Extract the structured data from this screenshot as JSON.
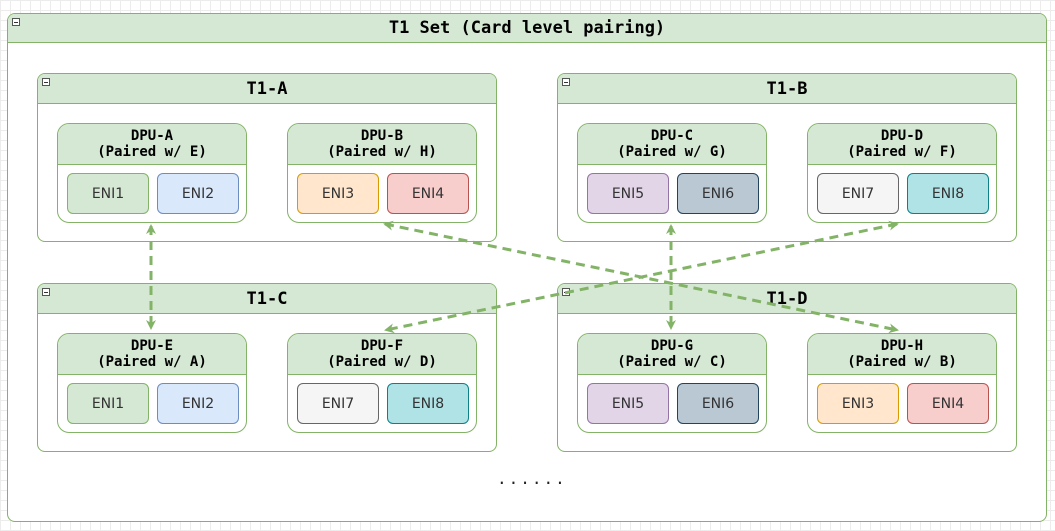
{
  "title": "T1 Set (Card level pairing)",
  "ellipsis": "......",
  "colors": {
    "green_fill": "#d5e8d4",
    "green_stroke": "#82b366",
    "blue_fill": "#dae8fc",
    "blue_stroke": "#6c8ebf",
    "orange_fill": "#ffe6cc",
    "orange_stroke": "#d79b00",
    "red_fill": "#f8cecc",
    "red_stroke": "#b85450",
    "purple_fill": "#e1d5e7",
    "purple_stroke": "#9673a6",
    "slate_fill": "#bac8d3",
    "slate_stroke": "#23445d",
    "gray_fill": "#f5f5f5",
    "gray_stroke": "#666666",
    "teal_fill": "#b0e3e6",
    "teal_stroke": "#0e8088",
    "arrow": "#82b366"
  },
  "t1_groups": [
    {
      "name": "T1-A",
      "dpus": [
        {
          "name": "DPU-A",
          "pairing": "(Paired w/ E)",
          "enis": [
            {
              "label": "ENI1",
              "color": "green"
            },
            {
              "label": "ENI2",
              "color": "blue"
            }
          ]
        },
        {
          "name": "DPU-B",
          "pairing": "(Paired w/ H)",
          "enis": [
            {
              "label": "ENI3",
              "color": "orange"
            },
            {
              "label": "ENI4",
              "color": "red"
            }
          ]
        }
      ]
    },
    {
      "name": "T1-B",
      "dpus": [
        {
          "name": "DPU-C",
          "pairing": "(Paired w/ G)",
          "enis": [
            {
              "label": "ENI5",
              "color": "purple"
            },
            {
              "label": "ENI6",
              "color": "slate"
            }
          ]
        },
        {
          "name": "DPU-D",
          "pairing": "(Paired w/ F)",
          "enis": [
            {
              "label": "ENI7",
              "color": "gray"
            },
            {
              "label": "ENI8",
              "color": "teal"
            }
          ]
        }
      ]
    },
    {
      "name": "T1-C",
      "dpus": [
        {
          "name": "DPU-E",
          "pairing": "(Paired w/ A)",
          "enis": [
            {
              "label": "ENI1",
              "color": "green"
            },
            {
              "label": "ENI2",
              "color": "blue"
            }
          ]
        },
        {
          "name": "DPU-F",
          "pairing": "(Paired w/ D)",
          "enis": [
            {
              "label": "ENI7",
              "color": "gray"
            },
            {
              "label": "ENI8",
              "color": "teal"
            }
          ]
        }
      ]
    },
    {
      "name": "T1-D",
      "dpus": [
        {
          "name": "DPU-G",
          "pairing": "(Paired w/ C)",
          "enis": [
            {
              "label": "ENI5",
              "color": "purple"
            },
            {
              "label": "ENI6",
              "color": "slate"
            }
          ]
        },
        {
          "name": "DPU-H",
          "pairing": "(Paired w/ B)",
          "enis": [
            {
              "label": "ENI3",
              "color": "orange"
            },
            {
              "label": "ENI4",
              "color": "red"
            }
          ]
        }
      ]
    }
  ],
  "pairings": [
    {
      "from": "DPU-A",
      "to": "DPU-E"
    },
    {
      "from": "DPU-B",
      "to": "DPU-H"
    },
    {
      "from": "DPU-C",
      "to": "DPU-G"
    },
    {
      "from": "DPU-D",
      "to": "DPU-F"
    }
  ]
}
